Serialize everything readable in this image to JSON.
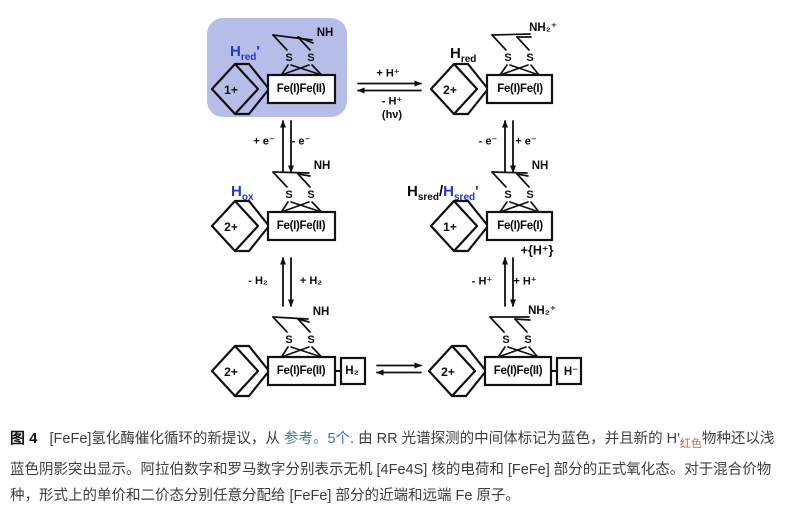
{
  "diagram": {
    "species": {
      "a": {
        "name_main": "H",
        "name_sub": "red",
        "name_suffix": "'",
        "charge": "1+",
        "core": "Fe(I)Fe(II)",
        "s1": "S",
        "s2": "S",
        "amine": "NH"
      },
      "b": {
        "name_main": "H",
        "name_sub": "red",
        "charge": "2+",
        "core": "Fe(I)Fe(I)",
        "s1": "S",
        "s2": "S",
        "amine": "NH₂⁺"
      },
      "c": {
        "name_main": "H",
        "name_sub": "ox",
        "charge": "2+",
        "core": "Fe(I)Fe(II)",
        "s1": "S",
        "s2": "S",
        "amine": "NH"
      },
      "d": {
        "name1_main": "H",
        "name1_sub": "sred",
        "name_sep": "/",
        "name2_main": "H",
        "name2_sub": "sred",
        "name2_suffix": "'",
        "charge": "1+",
        "core": "Fe(I)Fe(I)",
        "s1": "S",
        "s2": "S",
        "amine": "NH",
        "extra": "+{H⁺}"
      },
      "e": {
        "charge": "2+",
        "core": "Fe(I)Fe(II)",
        "s1": "S",
        "s2": "S",
        "amine": "NH",
        "attachment": "H₂"
      },
      "f": {
        "charge": "2+",
        "core": "Fe(I)Fe(II)",
        "s1": "S",
        "s2": "S",
        "amine": "NH₂⁺",
        "attachment": "H⁻"
      }
    },
    "arrows": {
      "top": {
        "forward": "+ H⁺",
        "reverse": "- H⁺",
        "note": "(hν)"
      },
      "left_upper": {
        "left": "+ e⁻",
        "right": "- e⁻"
      },
      "right_upper": {
        "left": "- e⁻",
        "right": "+ e⁻"
      },
      "left_lower": {
        "left": "- H₂",
        "right": "+ H₂"
      },
      "right_lower": {
        "left": "- H⁺",
        "right": "+ H⁺"
      }
    },
    "colors": {
      "highlight": "#b7bde9",
      "blue_label": "#2236d1",
      "line": "#111111"
    }
  },
  "caption": {
    "fig_label": "图 4",
    "text_intro": "[FeFe]氢化酶催化循环的新提议，从 ",
    "ref_text": "参考。",
    "ref_num": "5个",
    "text_mid": ". 由 RR 光谱探测的中间体标记为蓝色，并且新的 H'",
    "red_species_sub": "红色",
    "text_rest": "物种还以浅蓝色阴影突出显示。阿拉伯数字和罗马数字分别表示无机 [4Fe4S] 核的电荷和 [FeFe] 部分的正式氧化态。对于混合价物种，形式上的单价和二价态分别任意分配给 [FeFe] 部分的近端和远端 Fe 原子。"
  }
}
